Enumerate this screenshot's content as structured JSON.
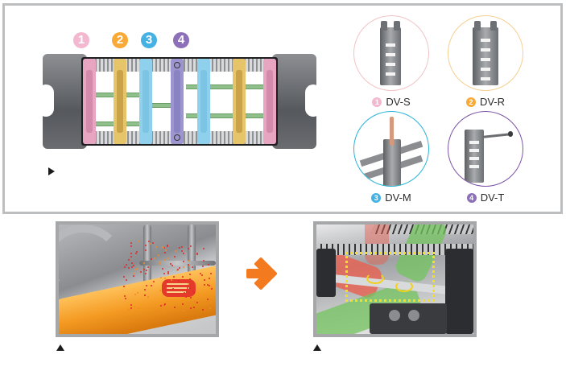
{
  "diagram": {
    "separators": [
      {
        "number": "1",
        "name": "DV-S",
        "color": "#f3b8d0"
      },
      {
        "number": "2",
        "name": "DV-R",
        "color": "#f9a935"
      },
      {
        "number": "3",
        "name": "DV-M",
        "color": "#45b2e3"
      },
      {
        "number": "4",
        "name": "DV-T",
        "color": "#8c70b8"
      }
    ],
    "circle_borders": {
      "dv_s": "#f2c3c6",
      "dv_r": "#f6cf92",
      "dv_m": "#29b3d6",
      "dv_t": "#7c54a8"
    },
    "accent_arrow_color": "#f47a20",
    "highlight_box_color": "#f4e01d",
    "panel_border_color": "#bdbec0",
    "markers": {
      "top_marker": "play-triangle",
      "bottom_left_marker": "up-triangle",
      "bottom_right_marker": "up-triangle"
    },
    "images": {
      "left": "cable-abrasion-illustration",
      "right": "rotating-separator-illustration"
    }
  }
}
